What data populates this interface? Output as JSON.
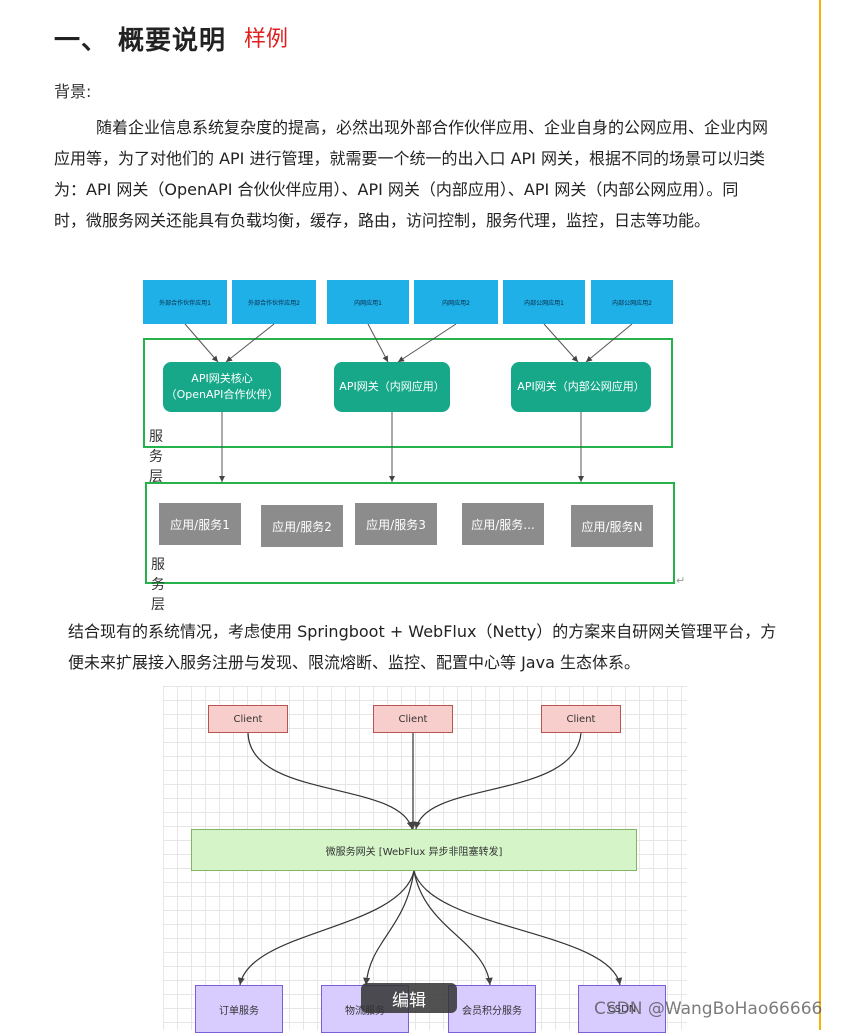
{
  "heading": {
    "title": "一、 概要说明",
    "tag": "样例"
  },
  "background_label": "背景:",
  "paragraph1": "随着企业信息系统复杂度的提高，必然出现外部合作伙伴应用、企业自身的公网应用、企业内网应用等，为了对他们的 API 进行管理，就需要一个统一的出入口 API 网关，根据不同的场景可以归类为：API 网关（OpenAPI 合伙伙伴应用）、API 网关（内部应用）、API 网关（内部公网应用）。同时，微服务网关还能具有负载均衡，缓存，路由，访问控制，服务代理，监控，日志等功能。",
  "diagram1": {
    "top_apps": [
      "外部合作伙伴应用1",
      "外部合作伙伴应用2",
      "内网应用1",
      "内网应用2",
      "内部公网应用1",
      "内部公网应用2"
    ],
    "gateways": [
      "API网关核心（OpenAPI合作伙伴）",
      "API网关（内网应用）",
      "API网关（内部公网应用）"
    ],
    "layer1_label": "服务层",
    "services": [
      "应用/服务1",
      "应用/服务2",
      "应用/服务3",
      "应用/服务...",
      "应用/服务N"
    ],
    "layer2_label": "服务层",
    "colors": {
      "app": "#1fb0e8",
      "gateway": "#17a88a",
      "frame": "#26b24a",
      "service": "#8c8c8c"
    }
  },
  "paragraph2": "结合现有的系统情况，考虑使用 Springboot + WebFlux（Netty）的方案来自研网关管理平台，方便未来扩展接入服务注册与发现、限流熔断、监控、配置中心等 Java 生态体系。",
  "diagram2": {
    "clients": [
      "Client",
      "Client",
      "Client"
    ],
    "gateway": "微服务网关 [WebFlux 异步非阻塞转发]",
    "services": [
      "订单服务",
      "物流服务",
      "会员积分服务",
      "CSDN"
    ]
  },
  "edit_button": "编辑",
  "watermark": "CSDN @WangBoHao66666"
}
